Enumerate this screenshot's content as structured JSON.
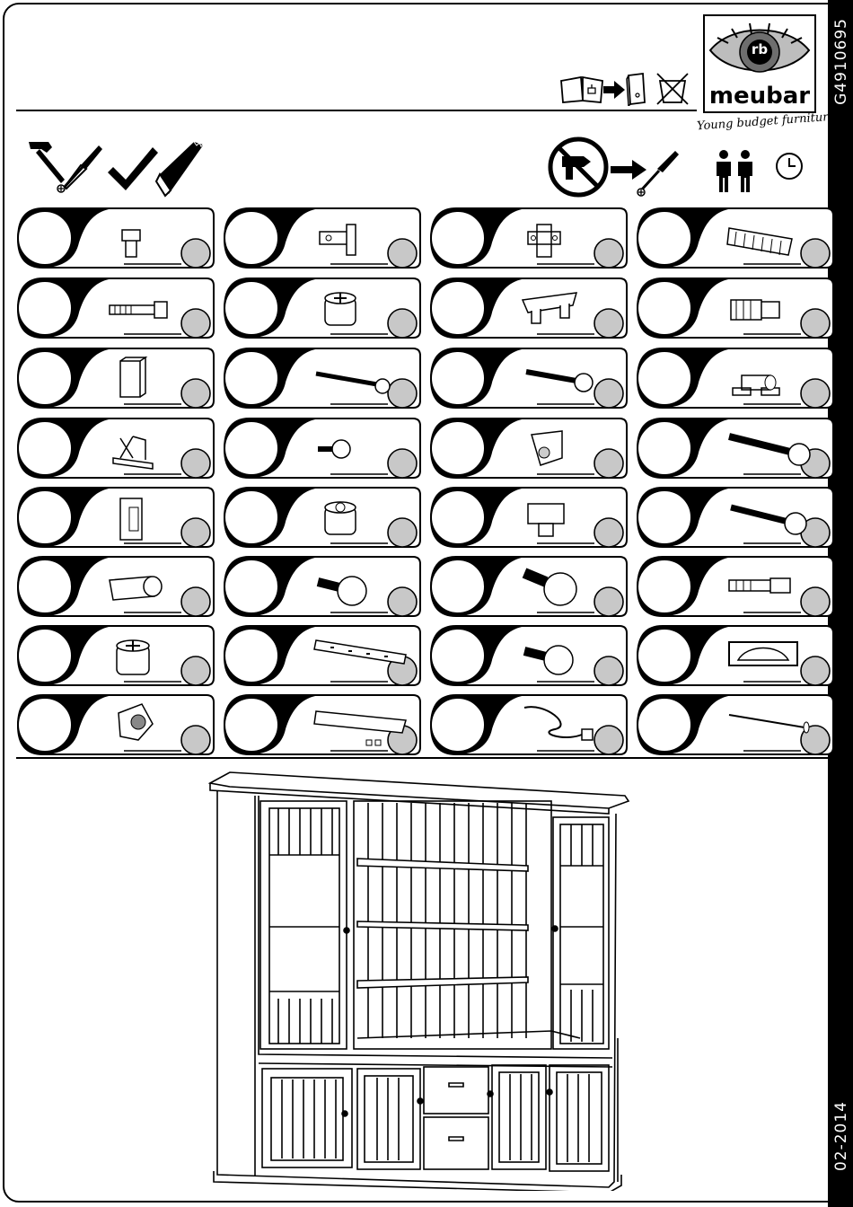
{
  "document": {
    "product_code": "G4910695",
    "date_code": "02-2014"
  },
  "brand": {
    "name": "meubar",
    "monogram": "rb",
    "tagline": "Young budget furniture"
  },
  "icons": {
    "header": [
      "manual-icon",
      "arrow-right-icon",
      "binder-icon",
      "no-washing-icon"
    ],
    "tools": [
      "hammer-icon",
      "screwdriver-icon",
      "square-ruler-icon",
      "saw-icon"
    ],
    "rules": [
      "no-power-drill-icon",
      "arrow-right-icon",
      "screwdriver-icon",
      "two-persons-icon",
      "clock-icon"
    ]
  },
  "parts": [
    {
      "id": "part-01",
      "icon": "wooden-dowel-icon"
    },
    {
      "id": "part-02",
      "icon": "cabinet-hinge-icon"
    },
    {
      "id": "part-03",
      "icon": "hinge-plate-icon"
    },
    {
      "id": "part-04",
      "icon": "fluted-dowel-icon"
    },
    {
      "id": "part-05",
      "icon": "cam-bolt-icon"
    },
    {
      "id": "part-06",
      "icon": "cam-lock-icon"
    },
    {
      "id": "part-07",
      "icon": "double-connector-icon"
    },
    {
      "id": "part-08",
      "icon": "expansion-plug-icon"
    },
    {
      "id": "part-09",
      "icon": "square-tube-icon"
    },
    {
      "id": "part-10",
      "icon": "long-screw-icon"
    },
    {
      "id": "part-11",
      "icon": "wood-screw-icon"
    },
    {
      "id": "part-12",
      "icon": "rail-holder-icon"
    },
    {
      "id": "part-13",
      "icon": "angle-bracket-icon"
    },
    {
      "id": "part-14",
      "icon": "short-screw-icon"
    },
    {
      "id": "part-15",
      "icon": "corner-block-icon"
    },
    {
      "id": "part-16",
      "icon": "machine-screw-icon"
    },
    {
      "id": "part-17",
      "icon": "magnetic-catch-icon"
    },
    {
      "id": "part-18",
      "icon": "cam-lock-icon"
    },
    {
      "id": "part-19",
      "icon": "shelf-support-icon"
    },
    {
      "id": "part-20",
      "icon": "countersunk-screw-icon"
    },
    {
      "id": "part-21",
      "icon": "spacer-sleeve-icon"
    },
    {
      "id": "part-22",
      "icon": "flange-screw-icon"
    },
    {
      "id": "part-23",
      "icon": "flange-screw-icon"
    },
    {
      "id": "part-24",
      "icon": "cam-bolt-icon"
    },
    {
      "id": "part-25",
      "icon": "cam-lock-icon"
    },
    {
      "id": "part-26",
      "icon": "drawer-slide-icon"
    },
    {
      "id": "part-27",
      "icon": "flange-screw-icon"
    },
    {
      "id": "part-28",
      "icon": "cup-handle-icon"
    },
    {
      "id": "part-29",
      "icon": "wall-fixing-icon"
    },
    {
      "id": "part-30",
      "icon": "led-light-bar-icon"
    },
    {
      "id": "part-31",
      "icon": "power-cable-icon"
    },
    {
      "id": "part-32",
      "icon": "nail-icon"
    }
  ]
}
